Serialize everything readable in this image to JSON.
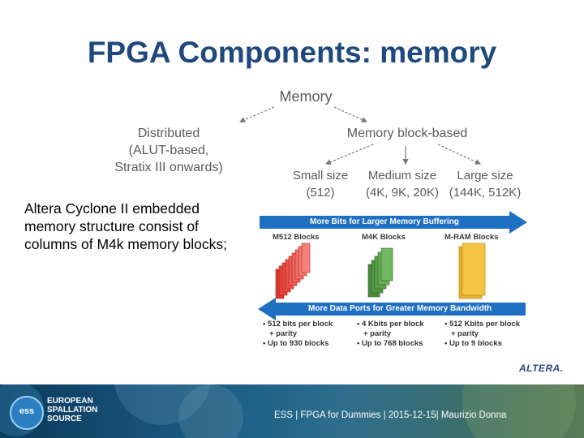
{
  "slide": {
    "title": "FPGA Components: memory"
  },
  "tree": {
    "root": "Memory",
    "distributed": [
      "Distributed",
      "(ALUT-based,",
      "Stratix III onwards)"
    ],
    "block_based": "Memory block-based",
    "small": [
      "Small size",
      "(512)"
    ],
    "medium": [
      "Medium size",
      "(4K, 9K, 20K)"
    ],
    "large": [
      "Large size",
      "(144K, 512K)"
    ]
  },
  "body_text": "Altera Cyclone II embedded memory structure consist of columns of M4k memory blocks;",
  "graphic": {
    "top_banner": "More Bits for Larger Memory Buffering",
    "bottom_banner": "More Data Ports for Greater Memory Bandwidth",
    "blocks": [
      {
        "label": "M512 Blocks",
        "bullets": [
          "• 512 bits per block",
          "+ parity",
          "• Up to 930 blocks"
        ]
      },
      {
        "label": "M4K Blocks",
        "bullets": [
          "• 4 Kbits per block",
          "+ parity",
          "• Up to 768 blocks"
        ]
      },
      {
        "label": "M-RAM Blocks",
        "bullets": [
          "• 512 Kbits per block",
          "+ parity",
          "• Up to 9 blocks"
        ]
      }
    ],
    "logo": "ALTERA."
  },
  "footer": {
    "org_lines": [
      "EUROPEAN",
      "SPALLATION",
      "SOURCE"
    ],
    "logo_text": "ess",
    "text": "ESS | FPGA for Dummies | 2015-12-15| Maurizio Donna"
  },
  "colors": {
    "title": "#1f497d",
    "banner": "#1f6fc2",
    "m512": "#e8463c",
    "m4k": "#5aa04a",
    "mram": "#f5c542"
  }
}
